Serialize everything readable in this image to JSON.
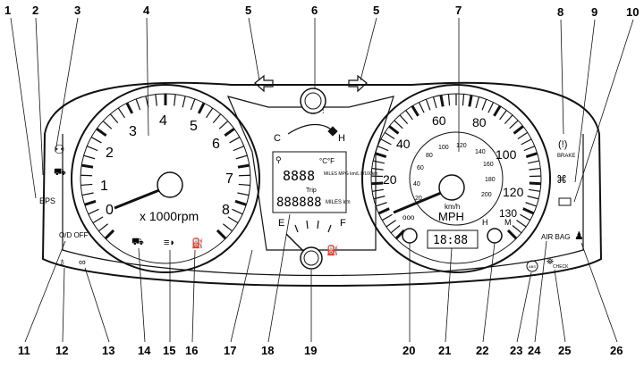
{
  "tachometer": {
    "numbers": [
      "0",
      "1",
      "2",
      "3",
      "4",
      "5",
      "6",
      "7",
      "8"
    ],
    "unit": "x 1000rpm"
  },
  "speedometer": {
    "outer_numbers": [
      "20",
      "40",
      "60",
      "80",
      "100",
      "120",
      "130"
    ],
    "inner_numbers": [
      "20",
      "40",
      "60",
      "80",
      "100",
      "120",
      "140",
      "160",
      "180",
      "200"
    ],
    "inner_unit": "km/h",
    "outer_unit": "MPH"
  },
  "temp_gauge": {
    "low": "C",
    "high": "H"
  },
  "fuel_gauge": {
    "empty": "E",
    "full": "F"
  },
  "display": {
    "unit_c_f": "°C°F",
    "top_digits": "8888",
    "top_units": "MILES MPG km/L L/100km",
    "trip_label": "Trip",
    "odo_digits": "888888",
    "odo_units": "MILES km"
  },
  "clock_digits": "18:88",
  "clock_h": "H",
  "clock_m": "M",
  "indicators": {
    "eps": "EPS",
    "od_off": "O/D OFF",
    "brake": "BRAKE",
    "air_bag": "AIR BAG",
    "check": "CHECK",
    "abs": "ABS"
  },
  "callouts": [
    {
      "n": "1"
    },
    {
      "n": "2"
    },
    {
      "n": "3"
    },
    {
      "n": "4"
    },
    {
      "n": "5"
    },
    {
      "n": "6"
    },
    {
      "n": "5"
    },
    {
      "n": "7"
    },
    {
      "n": "8"
    },
    {
      "n": "9"
    },
    {
      "n": "10"
    },
    {
      "n": "11"
    },
    {
      "n": "12"
    },
    {
      "n": "13"
    },
    {
      "n": "14"
    },
    {
      "n": "15"
    },
    {
      "n": "16"
    },
    {
      "n": "17"
    },
    {
      "n": "18"
    },
    {
      "n": "19"
    },
    {
      "n": "20"
    },
    {
      "n": "21"
    },
    {
      "n": "22"
    },
    {
      "n": "23"
    },
    {
      "n": "24"
    },
    {
      "n": "25"
    },
    {
      "n": "26"
    }
  ]
}
